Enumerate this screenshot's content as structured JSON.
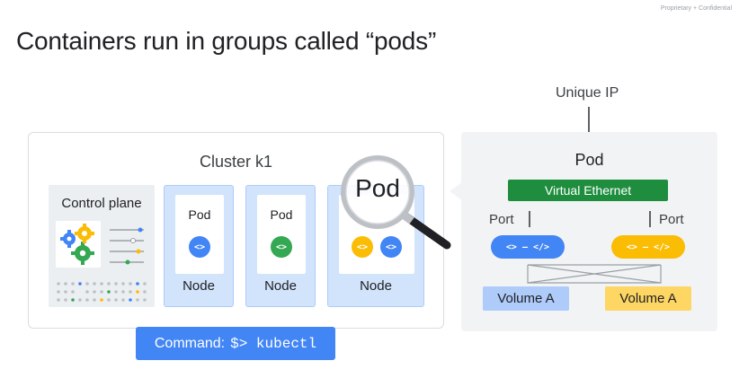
{
  "header": {
    "confidential": "Proprietary + Confidential",
    "title": "Containers run in groups called “pods”"
  },
  "cluster": {
    "title": "Cluster k1",
    "control_plane_label": "Control plane",
    "nodes": [
      {
        "pod_label": "Pod",
        "node_label": "Node",
        "containers": [
          "<>"
        ]
      },
      {
        "pod_label": "Pod",
        "node_label": "Node",
        "containers": [
          "<>"
        ]
      },
      {
        "pod_label": "",
        "node_label": "Node",
        "containers": [
          "<>",
          "<>"
        ]
      }
    ]
  },
  "magnifier_label": "Pod",
  "command": {
    "prefix": "Command:",
    "text": "$> kubectl"
  },
  "pod_detail": {
    "unique_ip": "Unique IP",
    "title": "Pod",
    "virtual_ethernet": "Virtual Ethernet",
    "port_left": "Port",
    "port_right": "Port",
    "container_left": "<> — </>",
    "container_right": "<> — </>",
    "volume_left": "Volume A",
    "volume_right": "Volume A"
  },
  "colors": {
    "blue": "#4285f4",
    "green": "#34a853",
    "yellow": "#fbbc04",
    "dark_green": "#1e8e3e",
    "node_bg": "#d2e3fc",
    "volume_blue": "#aecbfa",
    "volume_yellow": "#fdd663"
  }
}
